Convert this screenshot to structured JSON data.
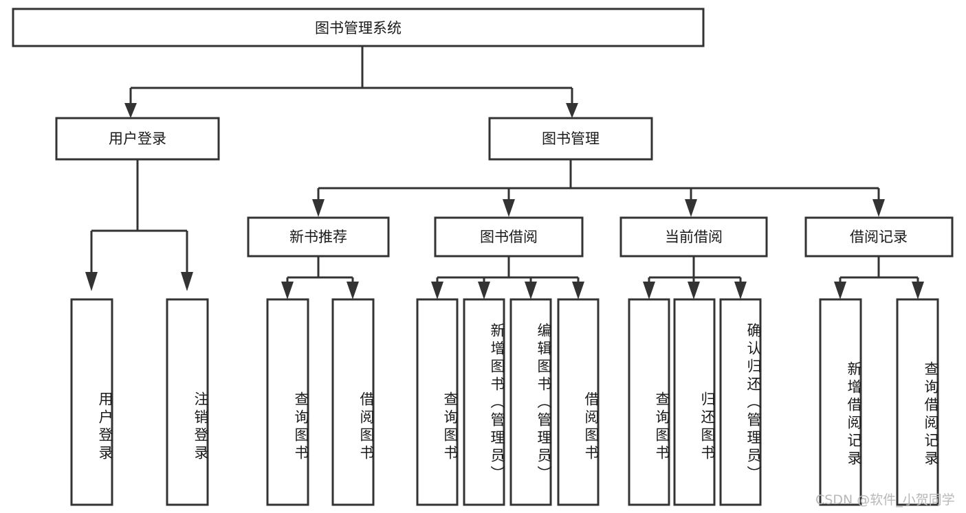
{
  "diagram": {
    "type": "tree-hierarchy-chart",
    "title_node": {
      "id": "root",
      "label": "图书管理系统"
    },
    "level2": [
      {
        "id": "user-login",
        "label": "用户登录"
      },
      {
        "id": "book-management",
        "label": "图书管理"
      }
    ],
    "level3": [
      {
        "id": "new-book-recommend",
        "label": "新书推荐",
        "parent": "book-management"
      },
      {
        "id": "book-borrow",
        "label": "图书借阅",
        "parent": "book-management"
      },
      {
        "id": "current-borrow",
        "label": "当前借阅",
        "parent": "book-management"
      },
      {
        "id": "borrow-record",
        "label": "借阅记录",
        "parent": "book-management"
      }
    ],
    "leaves": [
      {
        "id": "leaf-user-login",
        "label": "用户登录",
        "parent": "user-login"
      },
      {
        "id": "leaf-logout",
        "label": "注销登录",
        "parent": "user-login"
      },
      {
        "id": "leaf-query-book-1",
        "label": "查询图书",
        "parent": "new-book-recommend"
      },
      {
        "id": "leaf-borrow-book-1",
        "label": "借阅图书",
        "parent": "new-book-recommend"
      },
      {
        "id": "leaf-query-book-2",
        "label": "查询图书",
        "parent": "book-borrow"
      },
      {
        "id": "leaf-add-book",
        "label": "新增图书（管理员）",
        "parent": "book-borrow"
      },
      {
        "id": "leaf-edit-book",
        "label": "编辑图书（管理员）",
        "parent": "book-borrow"
      },
      {
        "id": "leaf-borrow-book-2",
        "label": "借阅图书",
        "parent": "book-borrow"
      },
      {
        "id": "leaf-query-book-3",
        "label": "查询图书",
        "parent": "current-borrow"
      },
      {
        "id": "leaf-return-book",
        "label": "归还图书",
        "parent": "current-borrow"
      },
      {
        "id": "leaf-confirm-return",
        "label": "确认归还（管理员）",
        "parent": "current-borrow"
      },
      {
        "id": "leaf-add-record",
        "label": "新增借阅记录",
        "parent": "borrow-record"
      },
      {
        "id": "leaf-query-record",
        "label": "查询借阅记录",
        "parent": "borrow-record"
      }
    ],
    "watermark": "CSDN @软件_小贺同学",
    "colors": {
      "stroke": "#333333",
      "fill": "#ffffff",
      "text": "#1a1a1a",
      "watermark": "#b8b8b8",
      "background": "#ffffff"
    }
  }
}
